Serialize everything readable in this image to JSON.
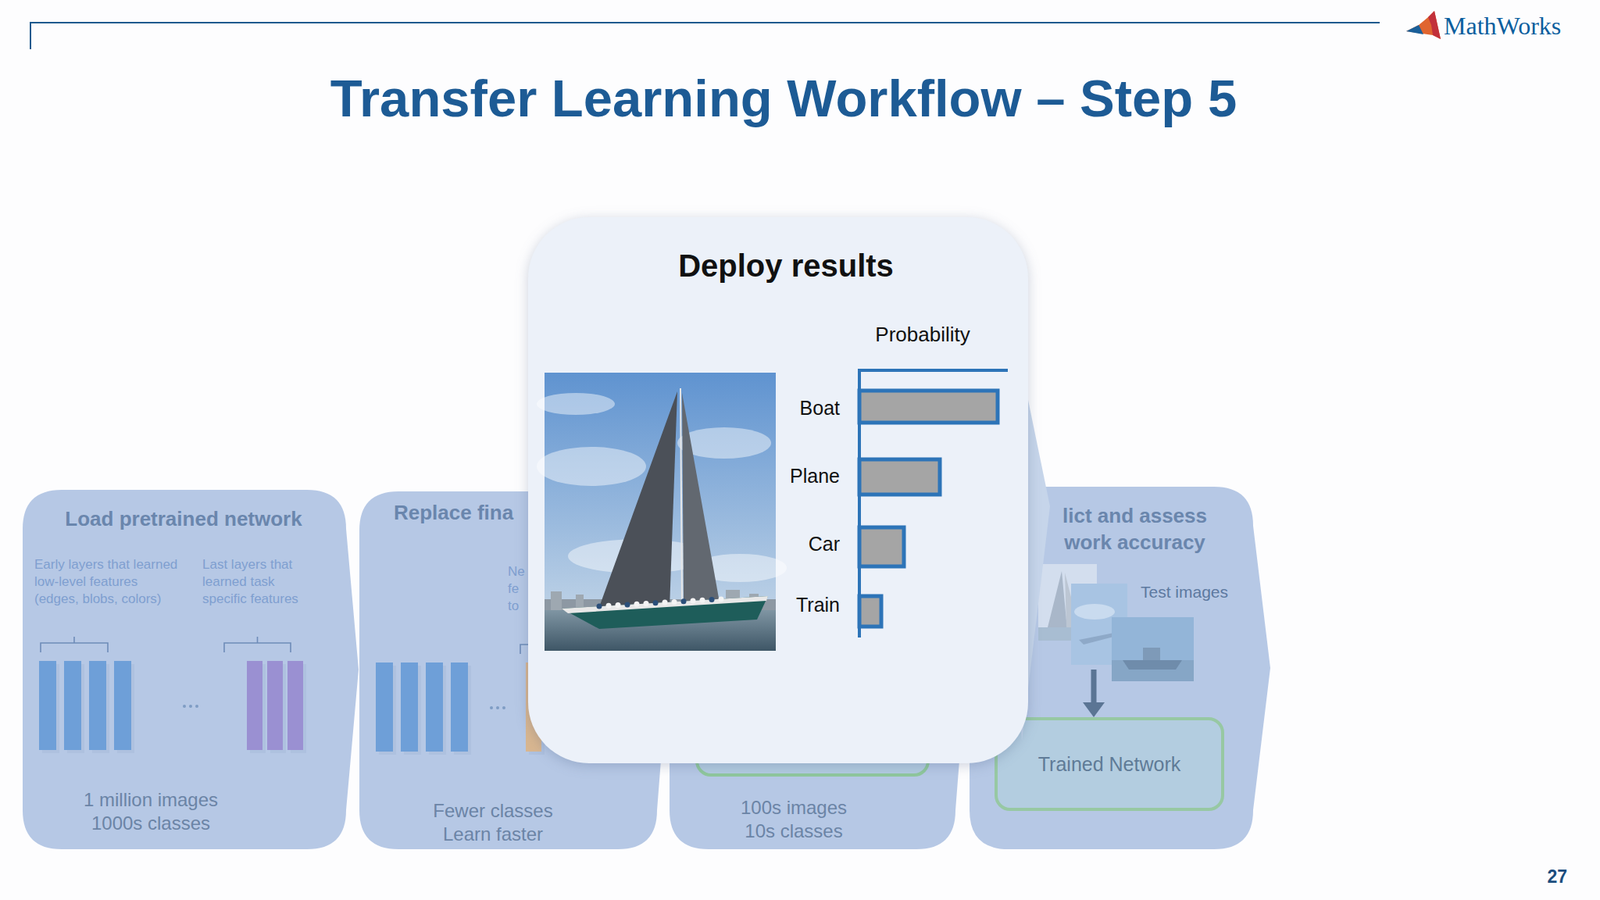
{
  "diagram": {
    "title": "Transfer Learning Workflow – Step 5",
    "nodes": [
      {
        "text": [
          "Load pretrained network",
          "Early layers that learned low-level features (edges, blobs, colors)",
          "Last layers that learned task specific features",
          "1 million images 1000s classes"
        ]
      },
      {
        "text": [
          "Replace fina",
          "Ne fe to",
          "Fewer classes Learn faster"
        ]
      },
      {
        "text": [
          "100s images 10s classes"
        ]
      },
      {
        "text": [
          "lict and assess work accuracy",
          "Test images"
        ]
      },
      {
        "text": [
          "Trained Network"
        ],
        "in": 3
      },
      {
        "text": [
          "Deploy results"
        ]
      }
    ],
    "labels": [
      "MathWorks",
      "Probability",
      "Boat",
      "Plane",
      "Car",
      "Train",
      "27"
    ]
  }
}
